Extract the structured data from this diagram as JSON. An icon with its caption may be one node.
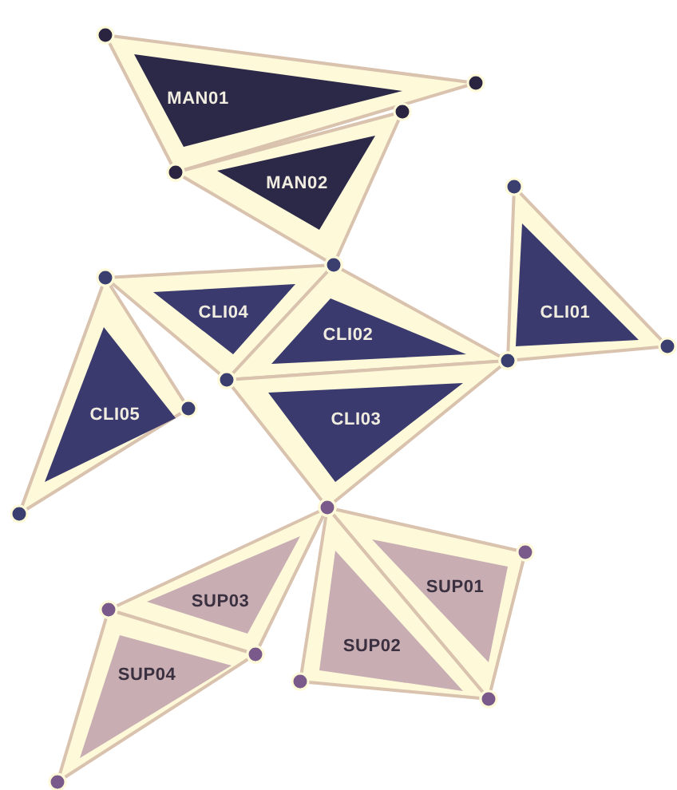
{
  "diagram": {
    "nodes": [
      {
        "text": [
          "MAN01"
        ]
      },
      {
        "text": [
          "MAN02"
        ]
      },
      {
        "text": [
          "CLI01"
        ]
      },
      {
        "text": [
          "CLI04"
        ]
      },
      {
        "text": [
          "CLI02"
        ]
      },
      {
        "text": [
          "CLI05"
        ]
      },
      {
        "text": [
          "CLI03"
        ]
      },
      {
        "text": [
          "SUP01"
        ]
      },
      {
        "text": [
          "SUP03"
        ]
      },
      {
        "text": [
          "SUP02"
        ]
      },
      {
        "text": [
          "SUP04"
        ]
      }
    ]
  }
}
